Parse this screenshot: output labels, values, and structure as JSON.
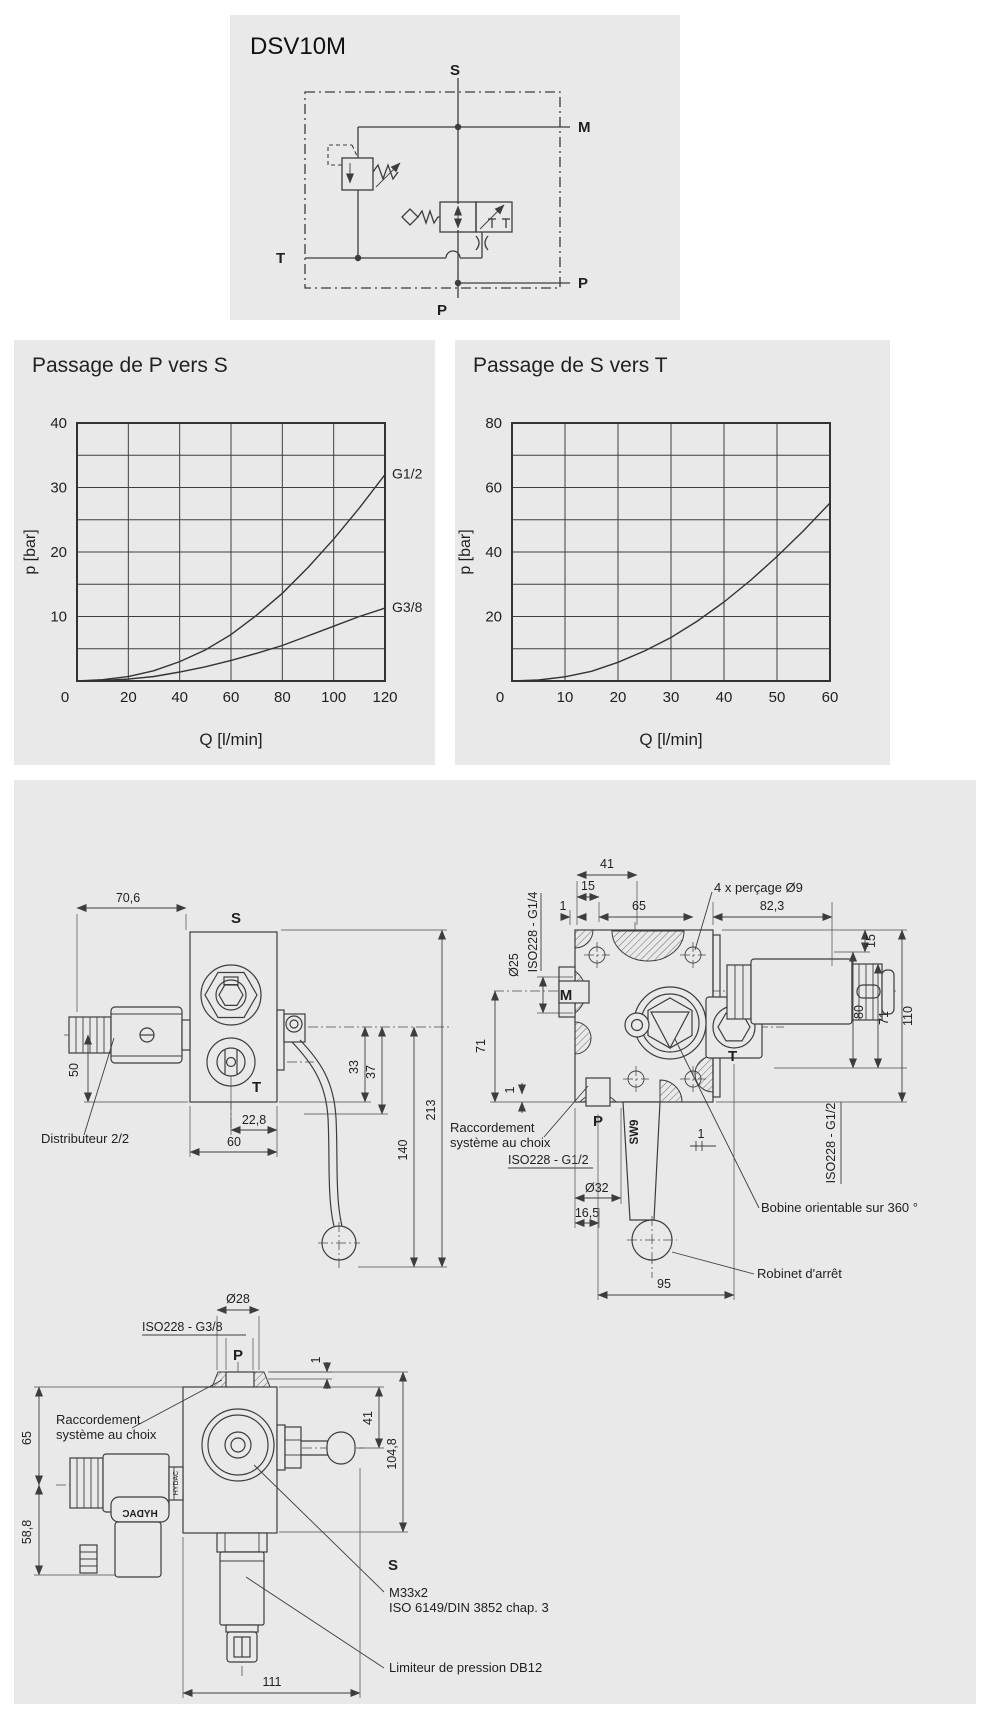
{
  "colors": {
    "panel_bg": "#e9e9e9",
    "line": "#3d3d3d",
    "text": "#1f1f1f"
  },
  "schematic": {
    "title": "DSV10M",
    "port_s": "S",
    "port_m": "M",
    "port_t": "T",
    "port_p_right": "P",
    "port_p_bottom": "P"
  },
  "chart_data": [
    {
      "type": "line",
      "title": "Passage de P vers S",
      "xlabel": "Q [l/min]",
      "ylabel": "p [bar]",
      "xlim": [
        0,
        120
      ],
      "ylim": [
        0,
        40
      ],
      "xticks": [
        0,
        20,
        40,
        60,
        80,
        100,
        120
      ],
      "yticks": [
        0,
        10,
        20,
        30,
        40
      ],
      "x_grid_step": 20,
      "y_grid_step": 5,
      "grid": true,
      "legend_position": "right-of-curve",
      "series": [
        {
          "name": "G1/2",
          "x": [
            0,
            10,
            20,
            30,
            40,
            50,
            60,
            70,
            80,
            90,
            100,
            110,
            120
          ],
          "y": [
            0,
            0.2,
            0.7,
            1.6,
            3.0,
            4.8,
            7.2,
            10.2,
            13.6,
            17.6,
            22.0,
            26.8,
            32.0
          ]
        },
        {
          "name": "G3/8",
          "x": [
            0,
            10,
            20,
            30,
            40,
            50,
            60,
            70,
            80,
            90,
            100,
            110,
            120
          ],
          "y": [
            0,
            0.1,
            0.3,
            0.7,
            1.4,
            2.2,
            3.2,
            4.3,
            5.5,
            7.0,
            8.5,
            10.0,
            11.3
          ]
        }
      ]
    },
    {
      "type": "line",
      "title": "Passage de S vers T",
      "xlabel": "Q [l/min]",
      "ylabel": "p [bar]",
      "xlim": [
        0,
        60
      ],
      "ylim": [
        0,
        80
      ],
      "xticks": [
        0,
        10,
        20,
        30,
        40,
        50,
        60
      ],
      "yticks": [
        0,
        20,
        40,
        60,
        80
      ],
      "x_grid_step": 10,
      "y_grid_step": 10,
      "grid": true,
      "legend_position": "none",
      "series": [
        {
          "name": "",
          "x": [
            0,
            5,
            10,
            15,
            20,
            25,
            30,
            35,
            40,
            45,
            50,
            55,
            60
          ],
          "y": [
            0,
            0.3,
            1.3,
            3.0,
            5.8,
            9.3,
            13.5,
            18.6,
            24.5,
            31.2,
            38.6,
            46.6,
            55.2
          ]
        }
      ]
    }
  ],
  "drawings": {
    "side_view": {
      "port_s": "S",
      "port_t": "T",
      "dim_width": "70,6",
      "dim_50": "50",
      "dim_33": "33",
      "dim_37": "37",
      "dim_140": "140",
      "dim_213": "213",
      "dim_22_8": "22,8",
      "dim_60": "60",
      "label_distributeur": "Distributeur 2/2"
    },
    "top_view": {
      "dim_41": "41",
      "dim_15_top": "15",
      "dim_1_top": "1",
      "dim_65": "65",
      "dim_82_3": "82,3",
      "dim_15_right": "15",
      "dim_110": "110",
      "dim_80": "80",
      "dim_71_right": "71",
      "dim_71_left": "71",
      "dim_1_left": "1",
      "dim_1_bottom": "1",
      "dim_d25": "Ø25",
      "dim_d32": "Ø32",
      "dim_16_5": "16,5",
      "dim_95": "95",
      "port_m": "M",
      "port_t": "T",
      "port_p": "P",
      "label_sw9": "SW9",
      "label_iso_g14": "ISO228 - G1/4",
      "label_iso_g12_left": "ISO228 - G1/2",
      "label_iso_g12_right": "ISO228 - G1/2",
      "note_percage": "4 x perçage Ø9",
      "note_raccordement_1": "Raccordement",
      "note_raccordement_2": "système au choix",
      "note_bobine": "Bobine orientable sur 360 °",
      "note_robinet": "Robinet d'arrêt"
    },
    "front_view": {
      "dim_d28": "Ø28",
      "dim_1_top": "1",
      "dim_41": "41",
      "dim_104_8": "104,8",
      "dim_65": "65",
      "dim_58_8": "58,8",
      "dim_111": "111",
      "port_p": "P",
      "port_s": "S",
      "label_iso_g38": "ISO228 - G3/8",
      "brand": "HYDAC",
      "note_raccordement_1": "Raccordement",
      "note_raccordement_2": "système au choix",
      "note_m33": "M33x2",
      "note_iso6149": "ISO 6149/DIN 3852 chap. 3",
      "note_limiteur": "Limiteur de pression DB12"
    }
  }
}
